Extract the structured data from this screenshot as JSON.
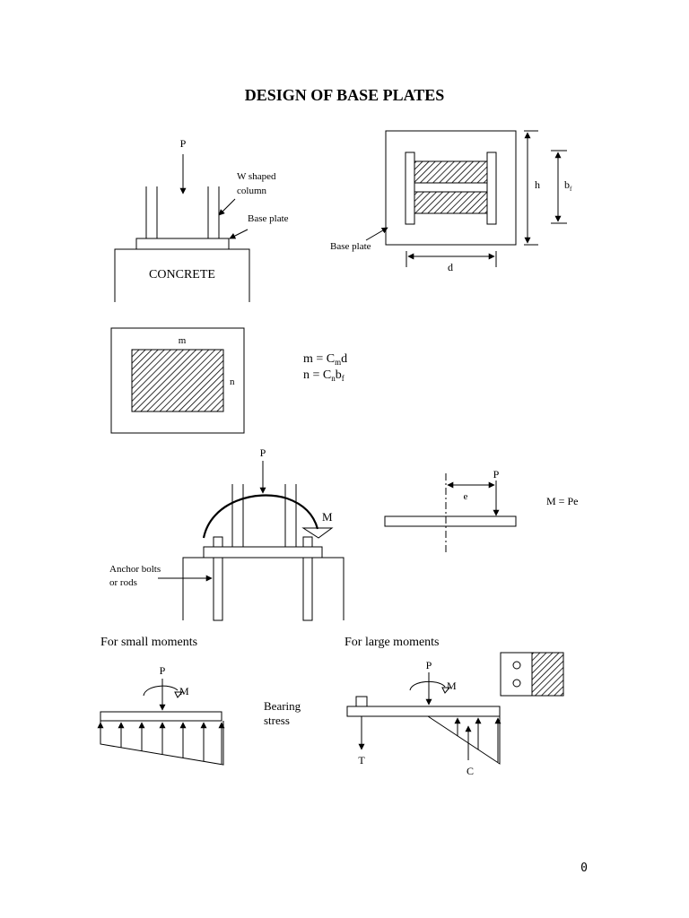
{
  "title": "DESIGN OF BASE PLATES",
  "page_number": "0",
  "fig1": {
    "load_label": "P",
    "column_label_line1": "W shaped",
    "column_label_line2": "column",
    "baseplate_label": "Base plate",
    "concrete_label": "CONCRETE"
  },
  "fig2": {
    "baseplate_label": "Base plate",
    "h_label": "h",
    "bf_label": "b",
    "bf_sub": "f",
    "d_label": "d"
  },
  "fig3": {
    "m_label": "m",
    "n_label": "n",
    "eq1_base": "m = C",
    "eq1_sub": "m",
    "eq1_tail": "d",
    "eq2_base": "n = C",
    "eq2_sub": "n",
    "eq2_tail": "b",
    "eq2_tail_sub": "f"
  },
  "fig4": {
    "load_label": "P",
    "moment_label": "M",
    "anchor_line1": "Anchor bolts",
    "anchor_line2": "or rods"
  },
  "fig5": {
    "load_label": "P",
    "e_label": "e",
    "moment_eq": "M = Pe"
  },
  "small_moments": {
    "heading": "For small moments",
    "load_label": "P",
    "moment_label": "M",
    "bearing_line1": "Bearing",
    "bearing_line2": "stress"
  },
  "large_moments": {
    "heading": "For large moments",
    "load_label": "P",
    "moment_label": "M",
    "tension_label": "T",
    "compression_label": "C"
  }
}
